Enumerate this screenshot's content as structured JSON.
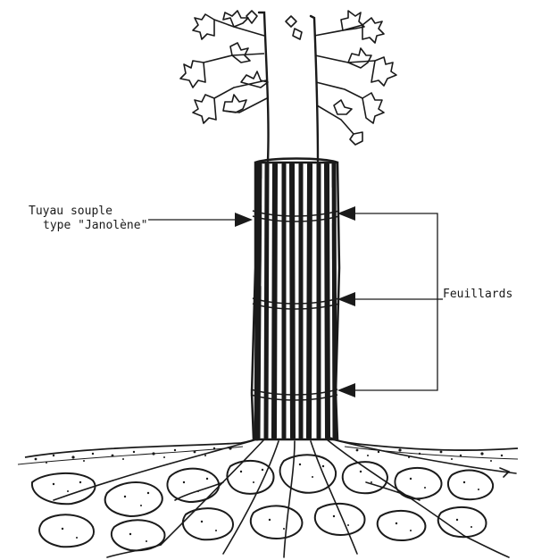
{
  "labels": {
    "flexible_pipe_line1": "Tuyau souple",
    "flexible_pipe_line2": "type \"Janolène\"",
    "straps": "Feuillards"
  },
  "colors": {
    "ink": "#1a1a1a",
    "paper": "#ffffff"
  }
}
